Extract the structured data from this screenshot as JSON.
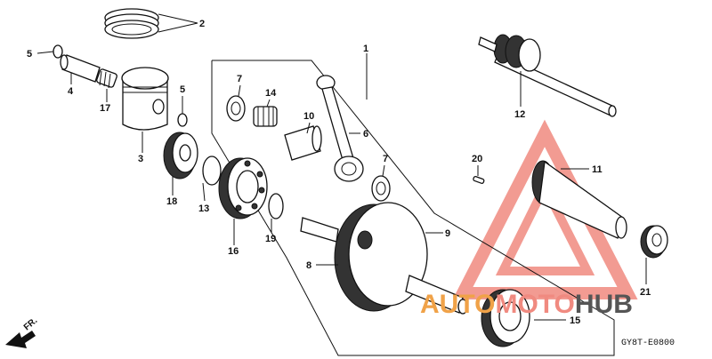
{
  "diagram": {
    "callouts": [
      {
        "id": "c1",
        "text": "1"
      },
      {
        "id": "c2",
        "text": "2"
      },
      {
        "id": "c3",
        "text": "3"
      },
      {
        "id": "c4",
        "text": "4"
      },
      {
        "id": "c5a",
        "text": "5"
      },
      {
        "id": "c5b",
        "text": "5"
      },
      {
        "id": "c6",
        "text": "6"
      },
      {
        "id": "c7a",
        "text": "7"
      },
      {
        "id": "c7b",
        "text": "7"
      },
      {
        "id": "c8",
        "text": "8"
      },
      {
        "id": "c9",
        "text": "9"
      },
      {
        "id": "c10",
        "text": "10"
      },
      {
        "id": "c11",
        "text": "11"
      },
      {
        "id": "c12",
        "text": "12"
      },
      {
        "id": "c13",
        "text": "13"
      },
      {
        "id": "c14",
        "text": "14"
      },
      {
        "id": "c15",
        "text": "15"
      },
      {
        "id": "c16",
        "text": "16"
      },
      {
        "id": "c17",
        "text": "17"
      },
      {
        "id": "c18",
        "text": "18"
      },
      {
        "id": "c19",
        "text": "19"
      },
      {
        "id": "c20",
        "text": "20"
      },
      {
        "id": "c21",
        "text": "21"
      }
    ],
    "diagram_code": "GY8T-E0800",
    "front_marker": "FR.",
    "watermark": {
      "part1": "AUTO",
      "part2": "MOTO",
      "part3": "HUB",
      "color_primary": "#f08a80",
      "color_secondary": "#e85a4f",
      "color_accent": "#555555"
    }
  }
}
